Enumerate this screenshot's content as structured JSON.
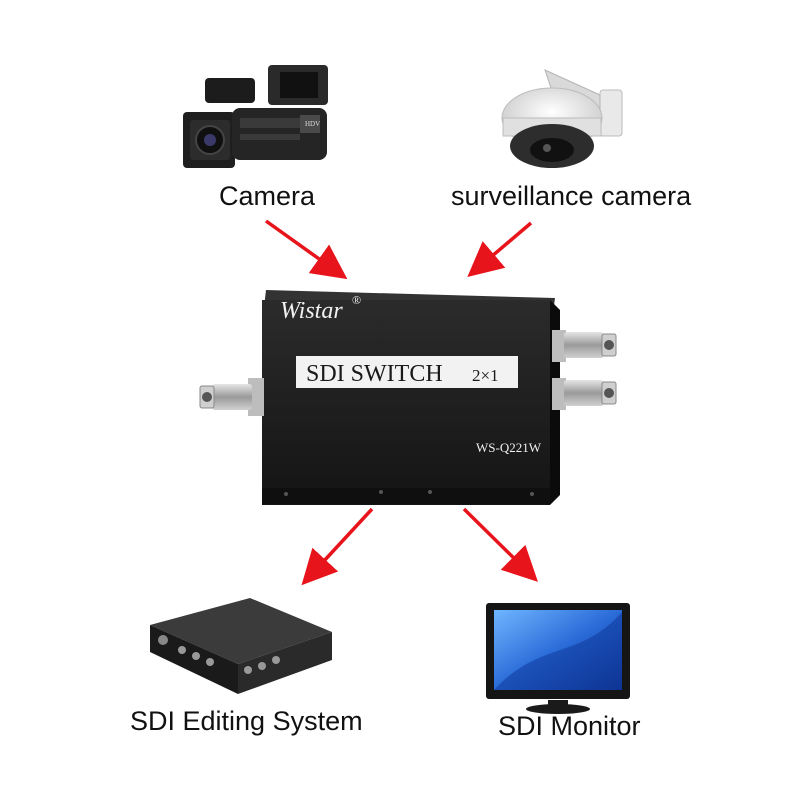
{
  "devices": {
    "camera": {
      "label": "Camera",
      "icon": "camcorder-icon"
    },
    "surveillance": {
      "label": "surveillance camera",
      "icon": "dome-camera-icon"
    },
    "switch": {
      "brand": "Wistar",
      "registered": "®",
      "title": "SDI SWITCH",
      "ratio": "2×1",
      "model": "WS-Q221W",
      "icon": "sdi-switch-box-icon"
    },
    "editing": {
      "label": "SDI Editing System",
      "icon": "editing-system-box-icon"
    },
    "monitor": {
      "label": "SDI Monitor",
      "icon": "monitor-icon"
    }
  },
  "colors": {
    "arrow": "#e8141b",
    "device_body": "#1c1c1c",
    "label_plate": "#f2f2f2",
    "monitor_screen": "#2a6bd8"
  }
}
